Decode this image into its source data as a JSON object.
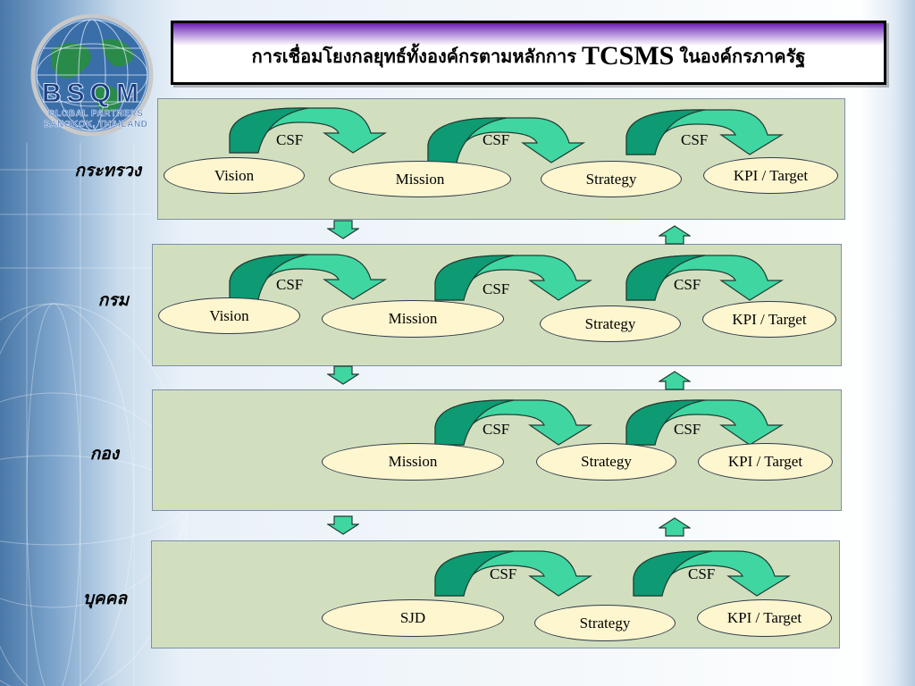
{
  "logo": {
    "brand": "BSQM",
    "line1": "GLOBAL PARTNERS",
    "line2": "BANGKOK, THAILAND"
  },
  "title": {
    "before": "การเชื่อมโยงกลยุทธ์ทั้งองค์กรตามหลักการ",
    "acronym": "TCSMS",
    "after": "ในองค์กรภาครัฐ"
  },
  "csf_label": "CSF",
  "levels": [
    {
      "label": "กระทรวง",
      "nodes": [
        "Vision",
        "Mission",
        "Strategy",
        "KPI / Target"
      ]
    },
    {
      "label": "กรม",
      "nodes": [
        "Vision",
        "Mission",
        "Strategy",
        "KPI / Target"
      ]
    },
    {
      "label": "กอง",
      "nodes": [
        "Mission",
        "Strategy",
        "KPI / Target"
      ]
    },
    {
      "label": "บุคคล",
      "nodes": [
        "SJD",
        "Strategy",
        "KPI / Target"
      ]
    }
  ],
  "colors": {
    "panel": "#d2dfbf",
    "node_fill": "#fdf6cf",
    "arrow_dark": "#0e9a72",
    "arrow_light": "#3fd6a2",
    "title_band": "#6a1bb0"
  }
}
